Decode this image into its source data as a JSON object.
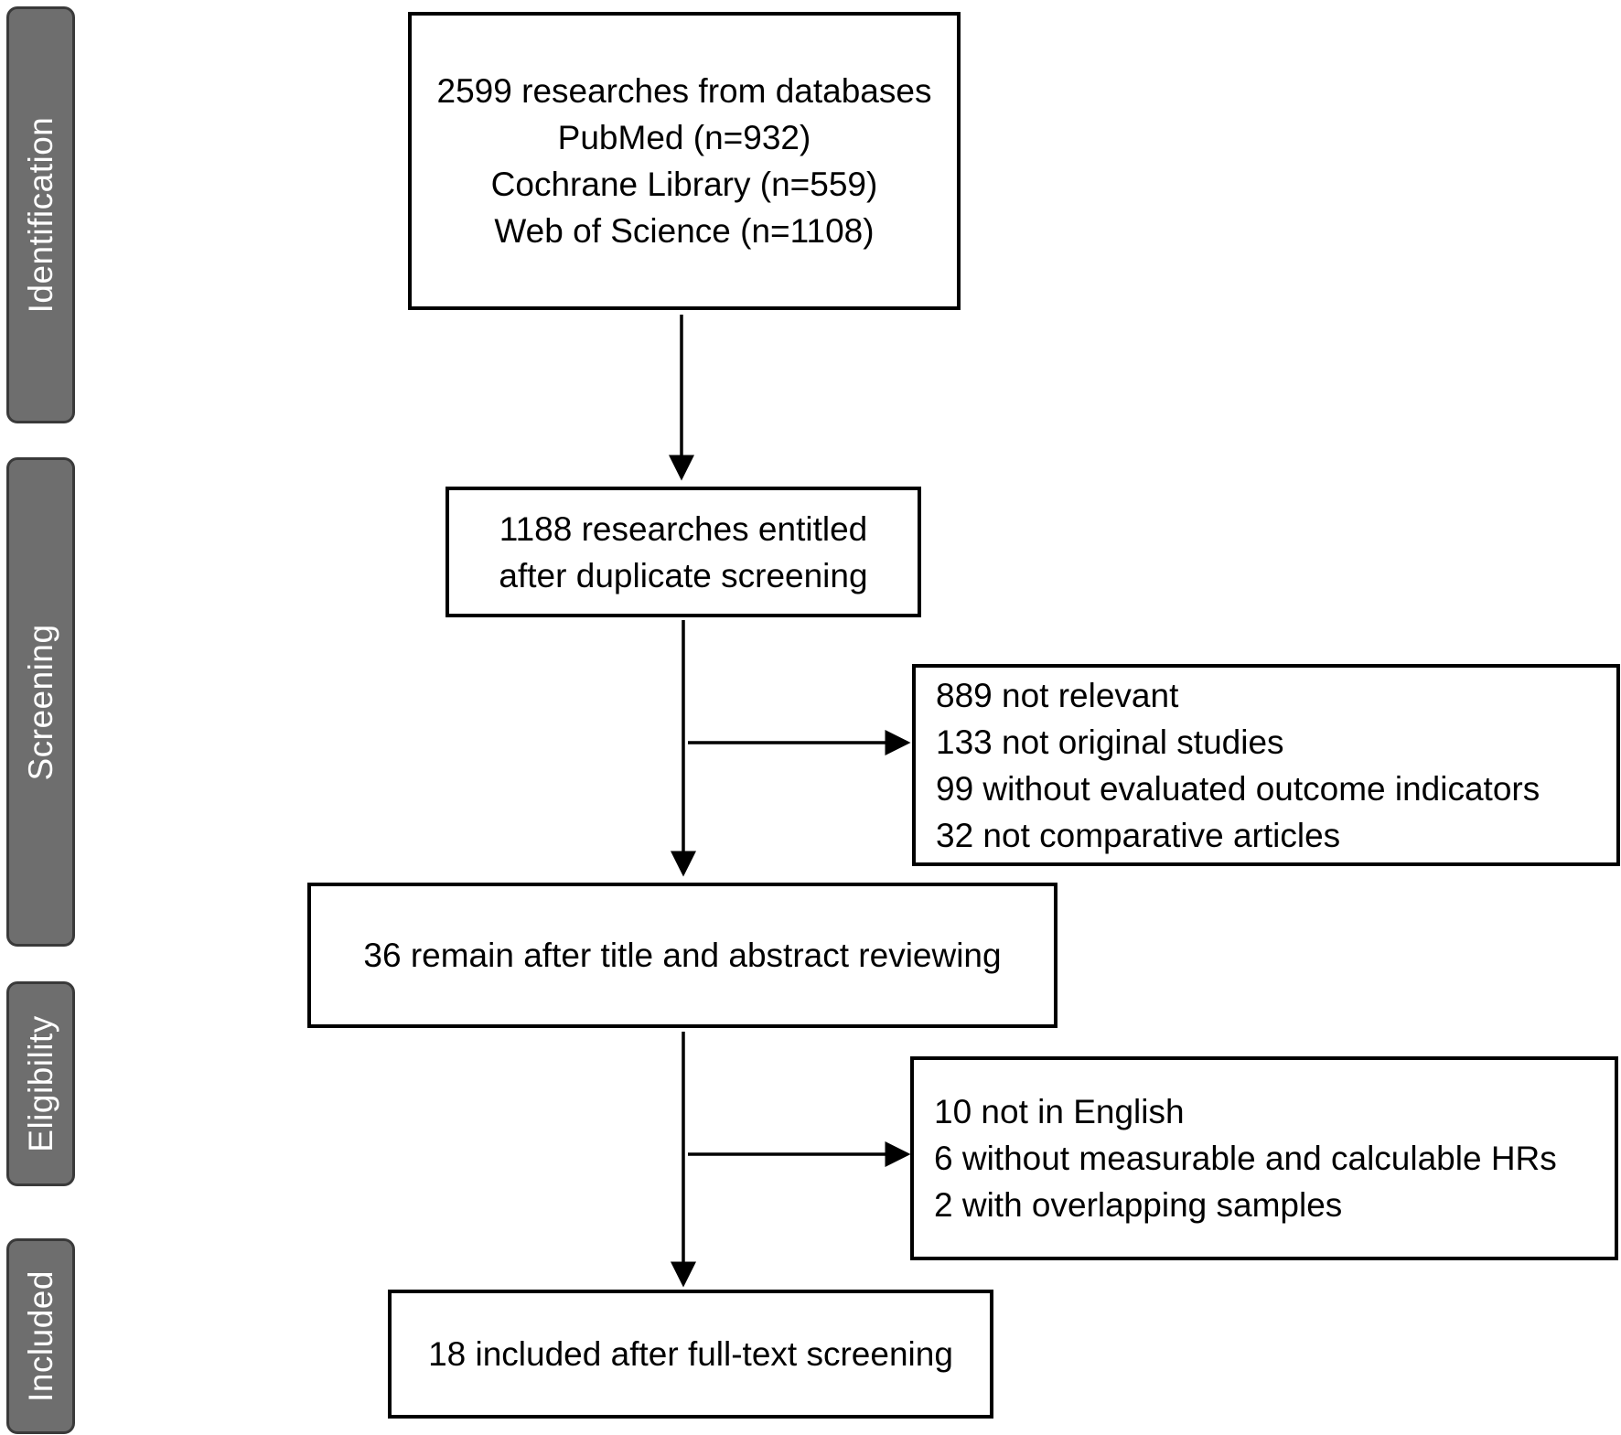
{
  "stages": [
    {
      "id": "identification",
      "label": "Identification"
    },
    {
      "id": "screening",
      "label": "Screening"
    },
    {
      "id": "eligibility",
      "label": "Eligibility"
    },
    {
      "id": "included",
      "label": "Included"
    }
  ],
  "boxes": {
    "identification": {
      "lines": [
        "2599 researches from databases",
        "PubMed  (n=932)",
        "Cochrane Library (n=559)",
        "Web of Science (n=1108)"
      ]
    },
    "duplicates": {
      "lines": [
        "1188 researches entitled",
        "after duplicate screening"
      ]
    },
    "screening_exclusions": {
      "lines": [
        "889 not relevant",
        "133 not original studies",
        "99 without evaluated outcome indicators",
        "32 not comparative articles"
      ]
    },
    "title_abstract": {
      "lines": [
        "36 remain after title and abstract reviewing"
      ]
    },
    "eligibility_exclusions": {
      "lines": [
        "10 not in English",
        "6 without measurable and calculable HRs",
        "2 with overlapping samples"
      ]
    },
    "included": {
      "lines": [
        "18 included after full-text screening"
      ]
    }
  },
  "colors": {
    "stage_fill": "#6e6e6e",
    "stage_border": "#3a3a3a",
    "stage_text": "#ffffff",
    "box_border": "#000000",
    "arrow": "#000000"
  }
}
